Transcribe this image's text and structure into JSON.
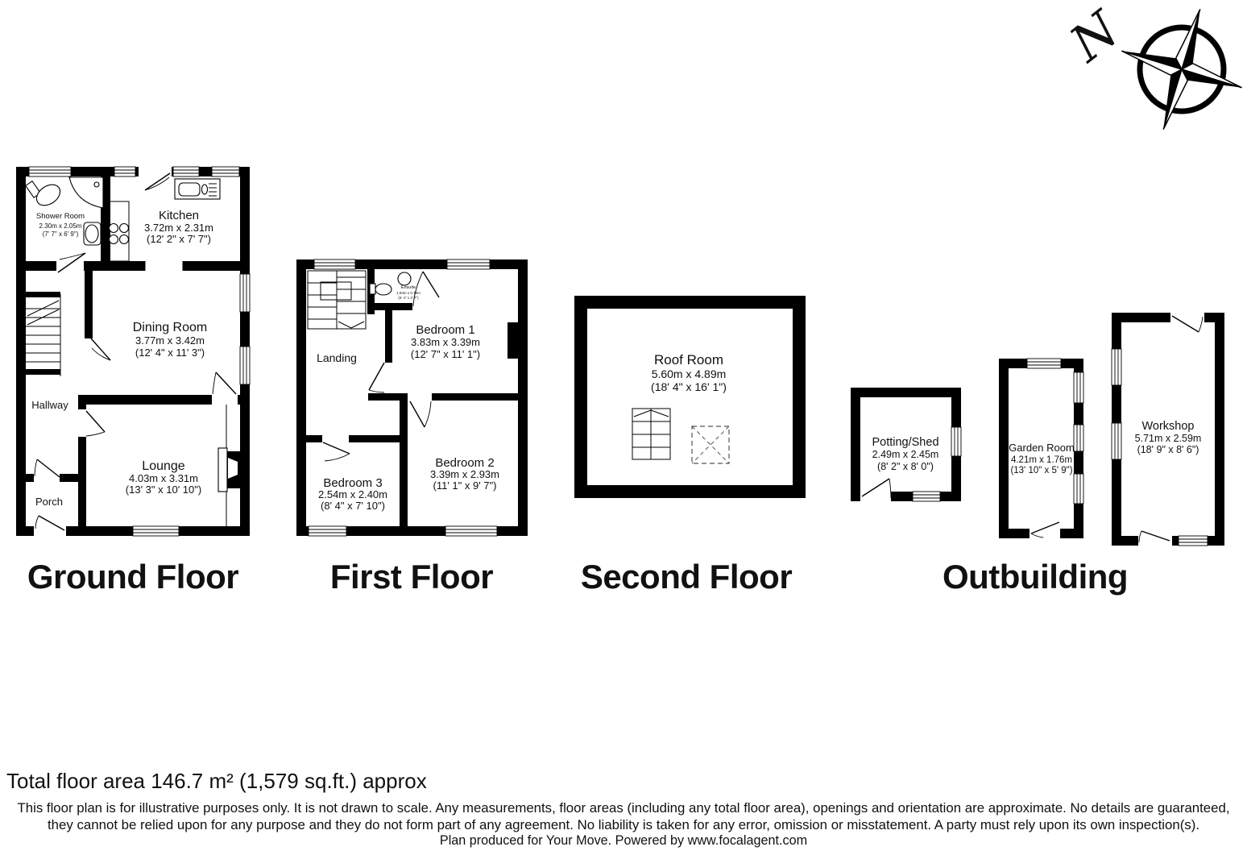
{
  "compass": {
    "north_label": "N"
  },
  "floors": {
    "ground": {
      "title": "Ground Floor",
      "rooms": {
        "shower": {
          "name": "Shower Room",
          "metric": "2.30m x 2.05m",
          "imperial": "(7' 7\" x 6' 9\")"
        },
        "kitchen": {
          "name": "Kitchen",
          "metric": "3.72m x 2.31m",
          "imperial": "(12' 2\" x 7' 7\")"
        },
        "dining": {
          "name": "Dining Room",
          "metric": "3.77m x 3.42m",
          "imperial": "(12' 4\" x 11' 3\")"
        },
        "hallway": {
          "name": "Hallway"
        },
        "lounge": {
          "name": "Lounge",
          "metric": "4.03m x 3.31m",
          "imperial": "(13' 3\" x 10' 10\")"
        },
        "porch": {
          "name": "Porch"
        }
      }
    },
    "first": {
      "title": "First Floor",
      "rooms": {
        "landing": {
          "name": "Landing"
        },
        "ensuite": {
          "name": "Ensuite",
          "metric": "1.94m x 0.79m",
          "imperial": "(6' 4\" x 2' 7\")"
        },
        "bedroom1": {
          "name": "Bedroom 1",
          "metric": "3.83m x 3.39m",
          "imperial": "(12' 7\" x 11' 1\")"
        },
        "bedroom2": {
          "name": "Bedroom 2",
          "metric": "3.39m x 2.93m",
          "imperial": "(11' 1\" x 9' 7\")"
        },
        "bedroom3": {
          "name": "Bedroom 3",
          "metric": "2.54m x 2.40m",
          "imperial": "(8' 4\" x 7' 10\")"
        }
      }
    },
    "second": {
      "title": "Second Floor",
      "rooms": {
        "roof": {
          "name": "Roof Room",
          "metric": "5.60m x 4.89m",
          "imperial": "(18' 4\" x 16' 1\")"
        }
      }
    },
    "outbuilding": {
      "title": "Outbuilding",
      "rooms": {
        "potting": {
          "name": "Potting/Shed",
          "metric": "2.49m x 2.45m",
          "imperial": "(8' 2\" x 8' 0\")"
        },
        "garden": {
          "name": "Garden Room",
          "metric": "4.21m x 1.76m",
          "imperial": "(13' 10\" x 5' 9\")"
        },
        "workshop": {
          "name": "Workshop",
          "metric": "5.71m x 2.59m",
          "imperial": "(18' 9\" x 8' 6\")"
        }
      }
    }
  },
  "footer": {
    "total_area": "Total floor area 146.7 m² (1,579 sq.ft.) approx",
    "disclaimer_line1": "This floor plan is for illustrative purposes only. It is not drawn to scale. Any measurements, floor areas (including any total floor area), openings and orientation are approximate. No details are guaranteed,",
    "disclaimer_line2": "they cannot be relied upon for any purpose and they do not form part of any agreement. No liability is taken for any error, omission or misstatement. A party must rely upon its own inspection(s).",
    "disclaimer_line3": "Plan produced for Your Move. Powered by www.focalagent.com"
  }
}
